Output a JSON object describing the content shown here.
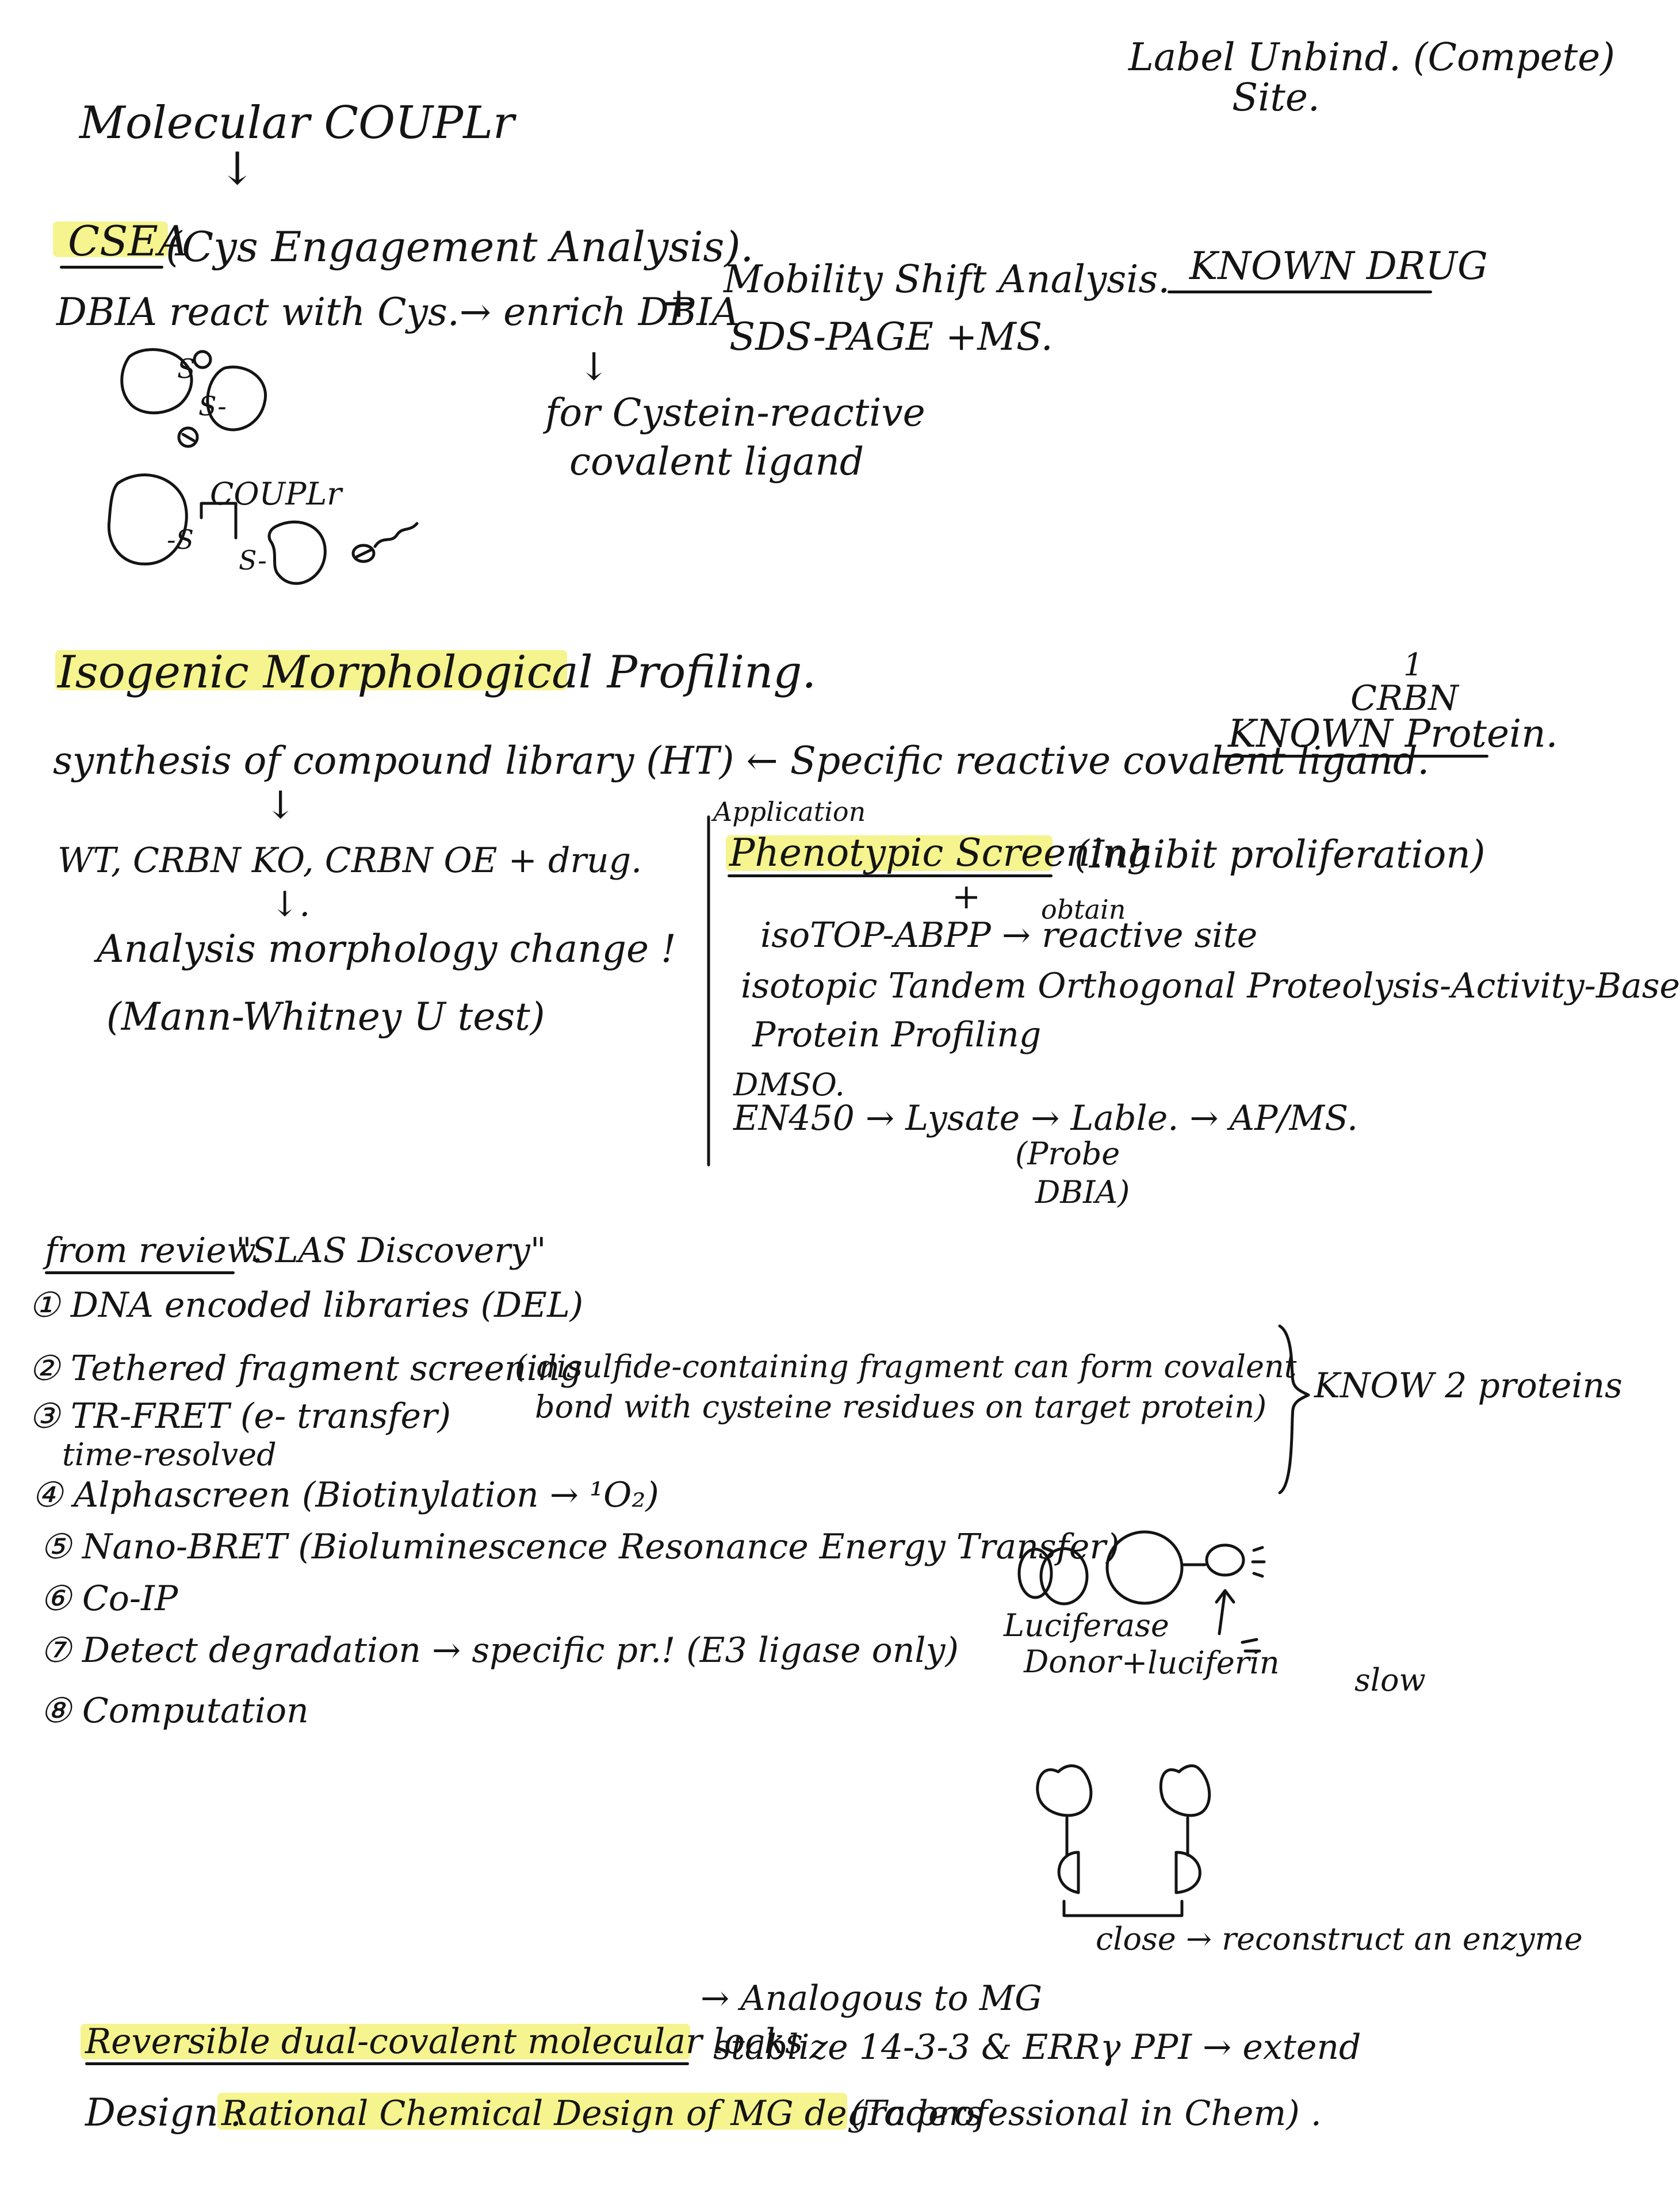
{
  "header": {
    "label_line": "Label Unbind. (Compete)",
    "site_line": "Site."
  },
  "couplr": {
    "title": "Molecular COUPLr",
    "down_arrow": "↓",
    "csea_heading": "CSEA",
    "csea_detail": "(Cys Engagement Analysis).",
    "dbia_line": "DBIA react with Cys.→ enrich DBIA",
    "plus": "+",
    "mobility_line": "Mobility Shift Analysis.",
    "sds_line": "SDS-PAGE +MS.",
    "known_drug": "KNOWN DRUG",
    "arrow_down2": "↓",
    "cysteine_line": "for Cystein-reactive",
    "covalent_line": "covalent ligand",
    "diagram_label": "COUPLr",
    "s_labels": [
      "S",
      "S-",
      "-S",
      "S-"
    ]
  },
  "isogenic": {
    "heading": "Isogenic Morphological Profiling.",
    "crbn_tick": "1",
    "crbn_label": "CRBN",
    "known_protein": "KNOWN Protein.",
    "synthesis_line": "synthesis of compound library (HT) ← Specific reactive covalent ligand.",
    "arrow_down": "↓",
    "wt_line": "WT, CRBN KO, CRBN OE + drug.",
    "arrow_down_dot": "↓.",
    "analysis_line": "Analysis morphology change !",
    "test_line": "(Mann-Whitney U test)"
  },
  "application": {
    "label": "Application",
    "phenotypic": "Phenotypic Screening",
    "phenotypic_detail": "(Inhibit proliferation)",
    "plus": "+",
    "obtain": "obtain",
    "isotop_line": "isoTOP-ABPP → reactive site",
    "isotopic_line": "isotopic Tandem Orthogonal Proteolysis-Activity-Base",
    "protein_line": "Protein Profiling",
    "dmso": "DMSO.",
    "en450_line": "EN450 → Lysate → Lable. → AP/MS.",
    "probe_line1": "(Probe",
    "probe_line2": "DBIA)"
  },
  "review": {
    "source_prefix": "from review.",
    "source_title": "\"SLAS Discovery\"",
    "items": [
      "① DNA encoded libraries (DEL)",
      "② Tethered fragment screening",
      "③ TR-FRET (e- transfer)",
      "④ Alphascreen (Biotinylation → ¹O₂)",
      "⑤ Nano-BRET (Bioluminescence Resonance Energy Transfer)",
      "⑥ Co-IP",
      "⑦ Detect degradation → specific pr.! (E3 ligase only)",
      "⑧ Computation"
    ],
    "tethered_detail1": "( disulfide-containing fragment can form covalent",
    "tethered_detail2": "bond with cysteine residues on target protein)",
    "time_resolved": "time-resolved",
    "know_two": "KNOW 2 proteins",
    "luciferase": "Luciferase",
    "donor": "Donor",
    "plus_luciferin": "+luciferin",
    "slow": "slow",
    "close_line": "close → reconstruct an enzyme"
  },
  "locks": {
    "analogous": "→ Analogous to MG",
    "heading": "Reversible dual-covalent molecular locks",
    "stabilize": "stablize 14-3-3 & ERRγ PPI → extend",
    "design_label": "Design :",
    "design_title": "Rational Chemical Design of MG degraders",
    "design_note": "(To professional in Chem) ."
  }
}
